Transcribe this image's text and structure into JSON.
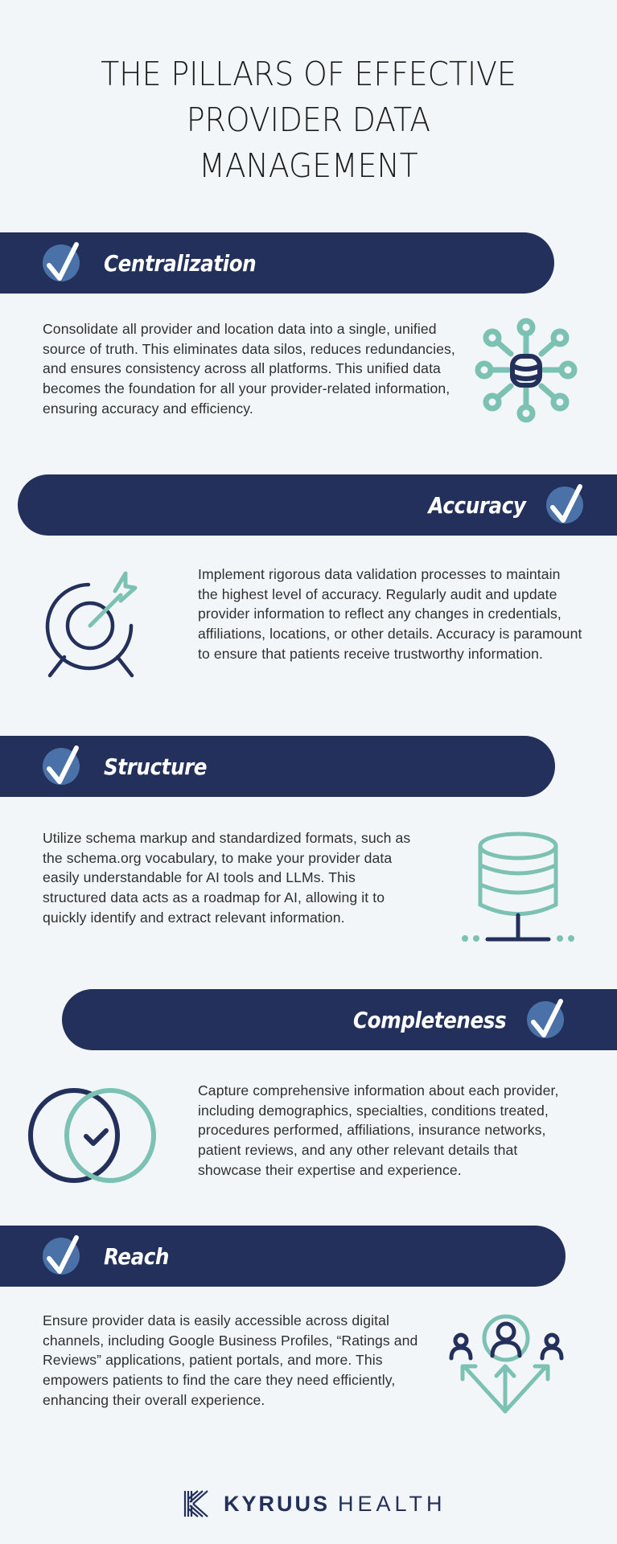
{
  "title": {
    "lines": [
      "THE PILLARS OF EFFECTIVE",
      "PROVIDER DATA",
      "MANAGEMENT"
    ]
  },
  "colors": {
    "background": "#f3f6f8",
    "navy": "#22305b",
    "check_circle": "#4a72a8",
    "teal": "#7cc2b4"
  },
  "pillars": [
    {
      "heading": "Centralization",
      "icon": "database-hub-icon",
      "text": "Consolidate all provider and location data into a single, unified source of truth. This eliminates data silos, reduces redundancies, and ensures consistency across all platforms. This unified data becomes the foundation for all your provider-related information, ensuring accuracy and efficiency."
    },
    {
      "heading": "Accuracy",
      "icon": "target-arrow-icon",
      "text": "Implement rigorous data validation processes to maintain the highest level of accuracy. Regularly audit and update provider information to reflect any changes in credentials, affiliations, locations, or other details. Accuracy is paramount to ensure that patients receive trustworthy information."
    },
    {
      "heading": "Structure",
      "icon": "database-server-icon",
      "text": "Utilize schema markup and standardized formats, such as the schema.org vocabulary, to make your provider data easily understandable for AI tools and LLMs. This structured data acts as a roadmap for AI, allowing it to quickly identify and extract relevant information."
    },
    {
      "heading": "Completeness",
      "icon": "venn-check-icon",
      "text": "Capture comprehensive information about each provider, including demographics, specialties, conditions treated, procedures performed, affiliations, insurance networks, patient reviews, and any other relevant details that showcase their expertise and experience."
    },
    {
      "heading": "Reach",
      "icon": "people-network-icon",
      "text": "Ensure provider data is easily accessible across digital channels, including Google Business Profiles, “Ratings and Reviews” applications, patient portals, and more. This empowers patients to find the care they need efficiently, enhancing their overall experience."
    }
  ],
  "footer": {
    "brand_bold": "KYRUUS",
    "brand_light": "HEALTH"
  }
}
